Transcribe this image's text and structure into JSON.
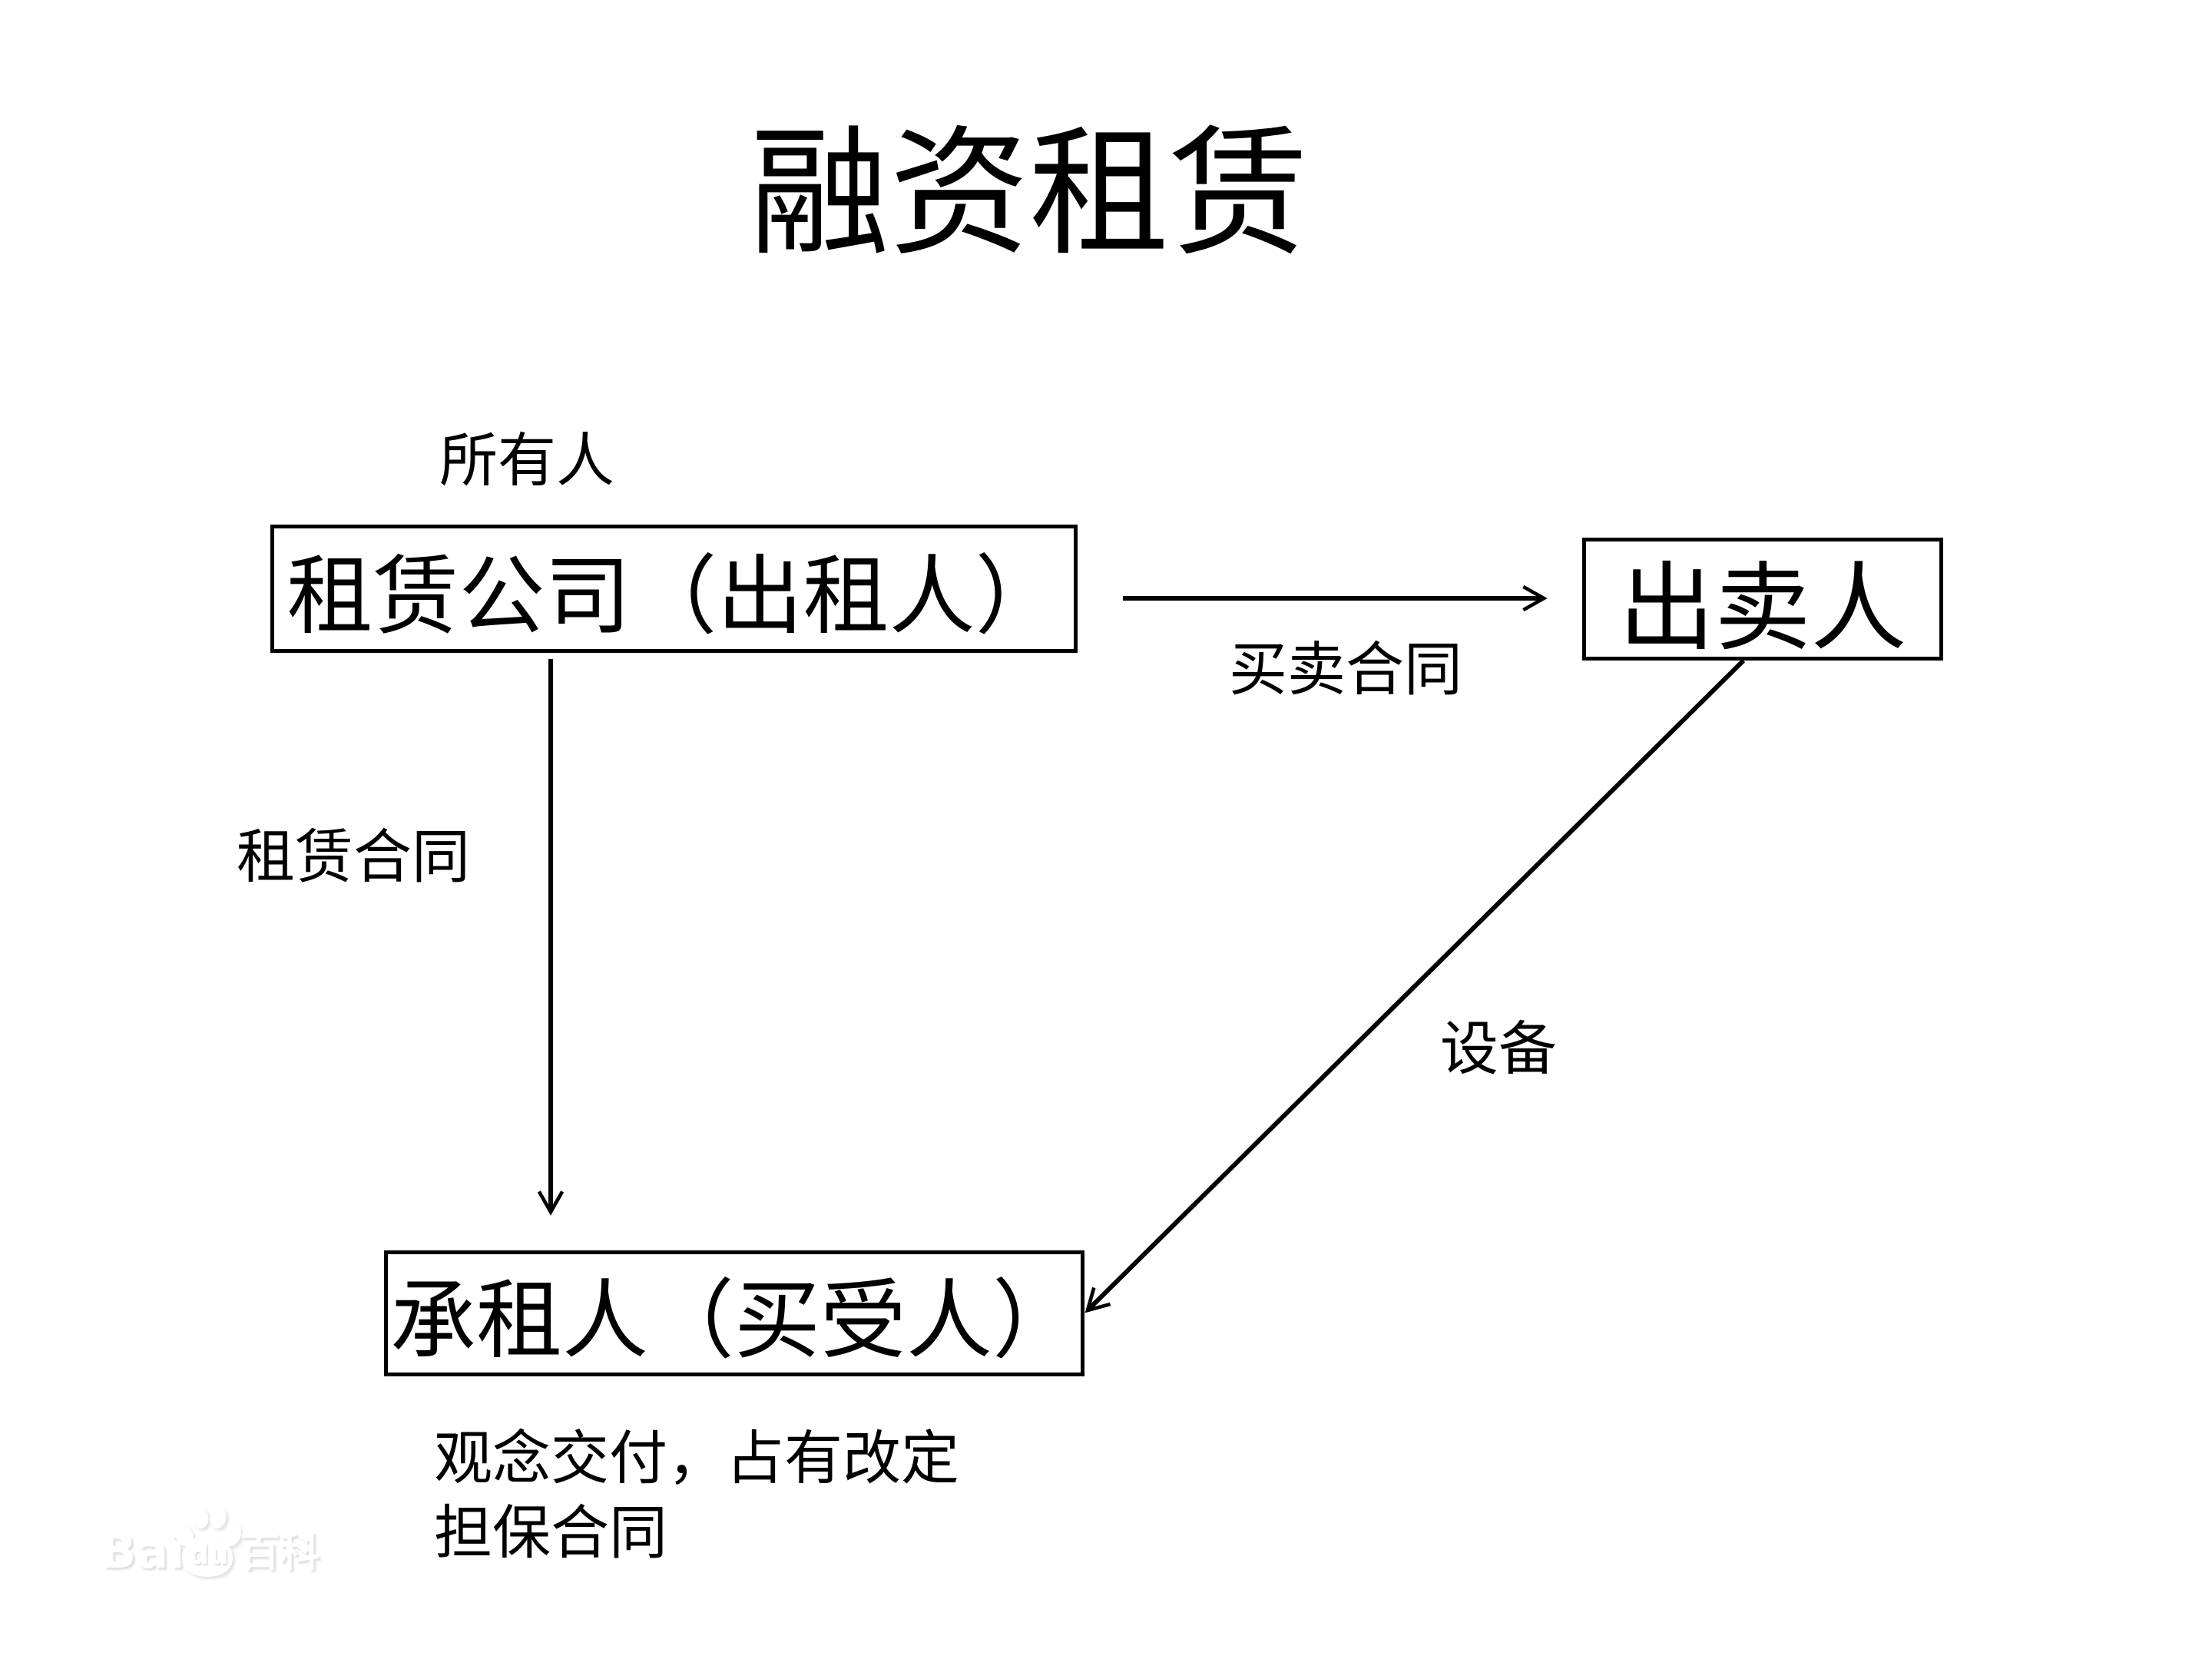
{
  "title": "融资租赁",
  "nodes": {
    "lessor": "租赁公司（出租人）",
    "seller": "出卖人",
    "lessee": "承租人（买受人）"
  },
  "labels": {
    "owner": "所有人",
    "sale_contract": "买卖合同",
    "lease_contract": "租赁合同",
    "equipment": "设备",
    "note_line1": "观念交付，占有改定",
    "note_line2": "担保合同"
  },
  "watermark": {
    "latin": "Bai",
    "du": "du",
    "cjk": "百科"
  },
  "colors": {
    "ink": "#000000",
    "background": "#ffffff",
    "watermark_fill": "#ffffff",
    "watermark_shadow": "#e0e0e0"
  }
}
